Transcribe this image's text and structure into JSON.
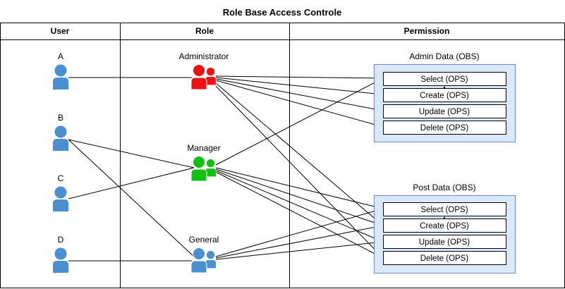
{
  "title": "Role Base Access Controle",
  "columns": {
    "user": "User",
    "role": "Role",
    "permission": "Permission"
  },
  "users": [
    {
      "id": "a",
      "label": "A"
    },
    {
      "id": "b",
      "label": "B"
    },
    {
      "id": "c",
      "label": "C"
    },
    {
      "id": "d",
      "label": "D"
    }
  ],
  "roles": [
    {
      "id": "administrator",
      "label": "Administrator",
      "color": "#ee1111"
    },
    {
      "id": "manager",
      "label": "Manager",
      "color": "#11c011"
    },
    {
      "id": "general",
      "label": "General",
      "color": "#4a90d0"
    }
  ],
  "user_color": "#4a90d0",
  "object_box_fill": "#dae8fc",
  "object_box_stroke": "#6c8ebf",
  "objects": [
    {
      "id": "admin-data",
      "label": "Admin Data (OBS)",
      "operations": [
        "Select (OPS)",
        "Create (OPS)",
        "Update (OPS)",
        "Delete (OPS)"
      ]
    },
    {
      "id": "post-data",
      "label": "Post Data (OBS)",
      "operations": [
        "Select (OPS)",
        "Create (OPS)",
        "Update (OPS)",
        "Delete (OPS)"
      ]
    }
  ]
}
